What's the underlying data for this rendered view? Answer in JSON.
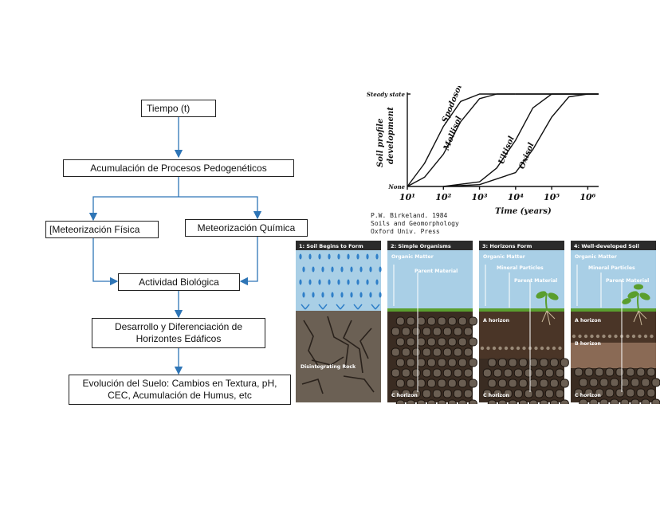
{
  "flowchart": {
    "nodes": [
      {
        "id": "tiempo",
        "label": "Tiempo (t)"
      },
      {
        "id": "acumulacion",
        "label": "Acumulación de Procesos Pedogenéticos"
      },
      {
        "id": "fisica",
        "label": "[Meteorización Física"
      },
      {
        "id": "quimica",
        "label": "Meteorización Química"
      },
      {
        "id": "biologica",
        "label": "Actividad Biológica"
      },
      {
        "id": "desarrollo",
        "label": "Desarrollo y Diferenciación de\nHorizontes Edáficos"
      },
      {
        "id": "evolucion",
        "label": "Evolución del Suelo: Cambios en Textura, pH,\nCEC, Acumulación de Humus, etc"
      }
    ],
    "edges": [
      [
        "tiempo",
        "acumulacion"
      ],
      [
        "acumulacion",
        "fisica"
      ],
      [
        "acumulacion",
        "quimica"
      ],
      [
        "fisica",
        "biologica"
      ],
      [
        "quimica",
        "biologica"
      ],
      [
        "biologica",
        "desarrollo"
      ],
      [
        "desarrollo",
        "evolucion"
      ]
    ],
    "edge_color": "#2e75b6"
  },
  "chart_data": {
    "type": "line",
    "xscale": "log",
    "xlabel": "Time (years)",
    "ylabel": "Soil profile development",
    "yticks": [
      "None",
      "Steady state"
    ],
    "xticks": [
      {
        "value": 10,
        "label": "10¹"
      },
      {
        "value": 100,
        "label": "10²"
      },
      {
        "value": 1000,
        "label": "10³"
      },
      {
        "value": 10000,
        "label": "10⁴"
      },
      {
        "value": 100000,
        "label": "10⁵"
      },
      {
        "value": 1000000,
        "label": "10⁶"
      }
    ],
    "series": [
      {
        "name": "Spodosol",
        "x": [
          10,
          30,
          100,
          300,
          1000,
          3000,
          10000
        ],
        "y": [
          0,
          0.25,
          0.65,
          0.92,
          1,
          1,
          1
        ]
      },
      {
        "name": "Mollisol",
        "x": [
          10,
          30,
          100,
          300,
          1000,
          3000,
          10000
        ],
        "y": [
          0,
          0.1,
          0.35,
          0.7,
          0.95,
          1,
          1
        ]
      },
      {
        "name": "Ultisol",
        "x": [
          100,
          1000,
          3000,
          10000,
          30000,
          100000,
          300000
        ],
        "y": [
          0,
          0.05,
          0.2,
          0.5,
          0.85,
          1,
          1
        ]
      },
      {
        "name": "Oxisol",
        "x": [
          100,
          1000,
          10000,
          30000,
          100000,
          300000,
          1000000
        ],
        "y": [
          0,
          0.02,
          0.15,
          0.4,
          0.75,
          0.97,
          1
        ]
      }
    ],
    "credit": [
      "P.W. Birkeland. 1984",
      "Soils and Geomorphology",
      "Oxford Univ. Press"
    ]
  },
  "panels": [
    {
      "title": "1: Soil Begins to Form",
      "labels": [
        "Disintegrating Rock"
      ]
    },
    {
      "title": "2: Simple Organisms",
      "labels": [
        "Organic Matter",
        "Parent Material",
        "C horizon"
      ]
    },
    {
      "title": "3: Horizons Form",
      "labels": [
        "Organic Matter",
        "Mineral Particles",
        "Parent Material",
        "A horizon",
        "C horizon"
      ]
    },
    {
      "title": "4: Well-developed Soil",
      "labels": [
        "Organic Matter",
        "Mineral Particles",
        "Parent Material",
        "A horizon",
        "B horizon",
        "C horizon"
      ]
    }
  ],
  "colors": {
    "sky": "#a9cfe6",
    "rock": "#6b6054",
    "dark_soil": "#3a2c22",
    "plant": "#5a9e2e",
    "water": "#2f7fc8"
  }
}
